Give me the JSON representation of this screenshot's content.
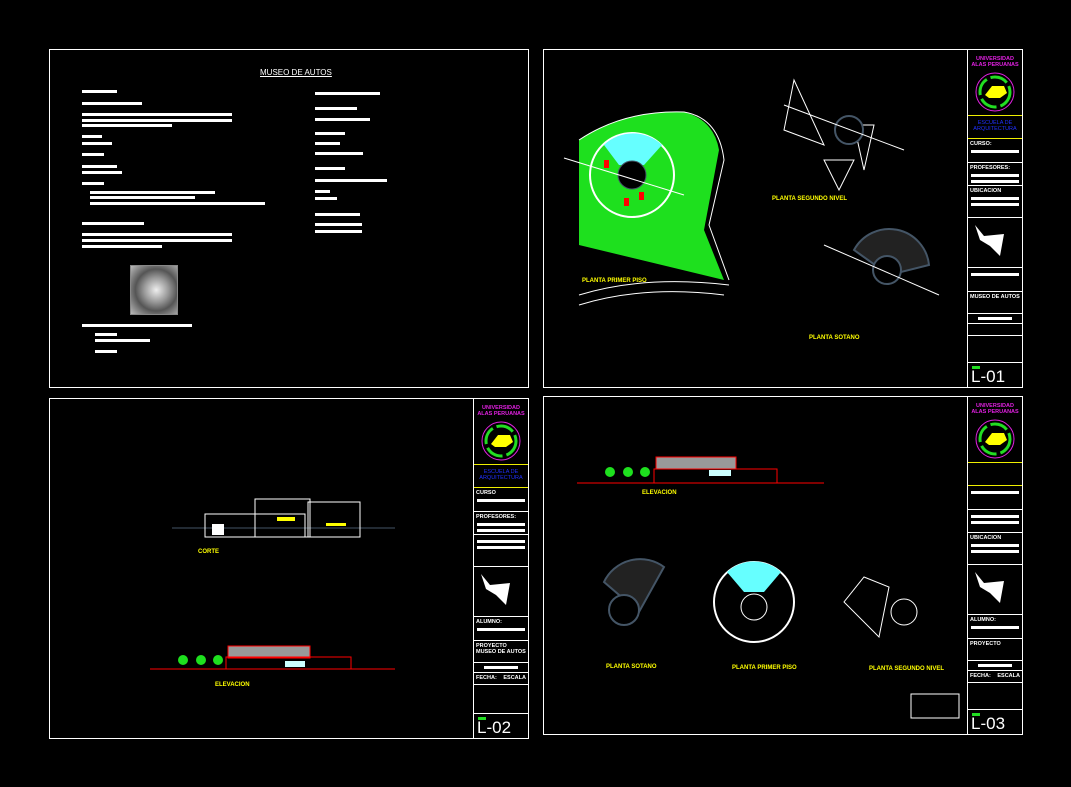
{
  "sheet1": {
    "title": "MUSEO DE AUTOS"
  },
  "sheet2": {
    "labels": {
      "primer": "PLANTA PRIMER PISO",
      "segundo": "PLANTA SEGUNDO NIVEL",
      "sotano": "PLANTA SOTANO"
    }
  },
  "sheet3": {
    "labels": {
      "corte": "CORTE",
      "elevacion": "ELEVACION"
    }
  },
  "sheet4": {
    "labels": {
      "elevacion": "ELEVACION",
      "sotano": "PLANTA SOTANO",
      "primer": "PLANTA PRIMER PISO",
      "segundo": "PLANTA SEGUNDO NIVEL"
    }
  },
  "title_blocks": [
    {
      "university": "UNIVERSIDAD ALAS PERUANAS",
      "school": "ESCUELA DE ARQUITECTURA",
      "curso": "CURSO:",
      "profesores": "PROFESORES:",
      "ubicacion": "UBICACION",
      "alumno": "",
      "proyecto": "MUSEO DE AUTOS",
      "fecha": "",
      "escala": "",
      "sheet": "L-01"
    },
    {
      "university": "UNIVERSIDAD ALAS PERUANAS",
      "school": "ESCUELA DE ARQUITECTURA",
      "curso": "CURSO",
      "profesores": "PROFESORES:",
      "ubicacion": "",
      "alumno": "ALUMNO:",
      "proyecto": "PROYECTO MUSEO DE AUTOS",
      "fecha": "FECHA:",
      "escala": "ESCALA",
      "sheet": "L-02"
    },
    {
      "university": "UNIVERSIDAD ALAS PERUANAS",
      "school": "",
      "curso": "",
      "profesores": "",
      "ubicacion": "UBICACION",
      "alumno": "ALUMNO:",
      "proyecto": "PROYECTO",
      "fecha": "FECHA:",
      "escala": "ESCALA",
      "sheet": "L-03"
    }
  ],
  "colors": {
    "magenta": "#e020e0",
    "yellow": "#ffff00",
    "green": "#22dd22",
    "red": "#ff0000",
    "cyan": "#00ffff",
    "blue": "#2030ff"
  }
}
